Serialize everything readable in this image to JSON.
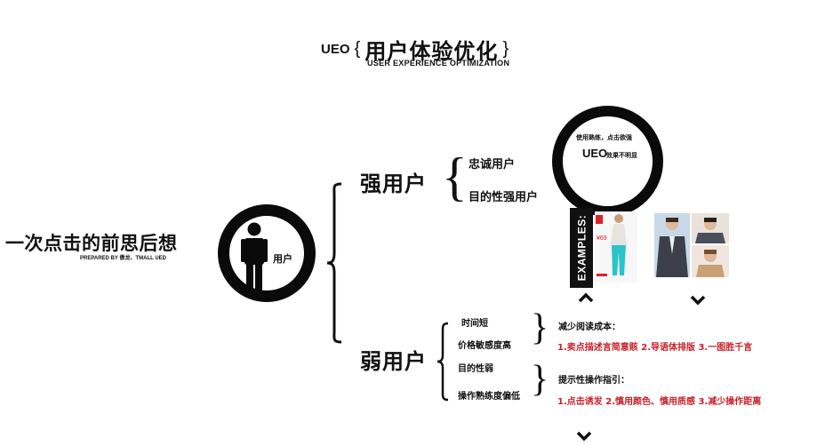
{
  "header": {
    "prefix": "UEO",
    "brace_open": "{",
    "title": "用户体验优化",
    "brace_close": "}",
    "subtitle": "USER EXPERIENCE OPTIMIZATION"
  },
  "left": {
    "title": "一次点击的前思后想",
    "credit": "PREPARED BY 傲龙、TMALL UED",
    "user_label": "用户"
  },
  "strong": {
    "label": "强用户",
    "brace": "{",
    "items": [
      "忠诚用户",
      "目的性强用户"
    ],
    "ring_text_top": "使用熟练，点击欲强",
    "ring_text_ueo": "UEO",
    "ring_text_bottom": "效果不明显",
    "examples_label": "EXAMPLES:"
  },
  "weak": {
    "label": "弱用户",
    "items": [
      "时间短",
      "价格敏感度高",
      "目的性弱",
      "操作熟练度偏低"
    ],
    "brace": "}",
    "tip1_title": "减少阅读成本：",
    "tip1_line": "1.卖点描述言简意赅  2.导语体排版  3.一图胜千言",
    "tip2_title": "提示性操作指引：",
    "tip2_line": "1.点击诱发  2.慎用颜色、慎用质感  3.减少操作距离"
  },
  "icons": {
    "chevron_up": "^",
    "chevron_down": "v"
  },
  "colors": {
    "ink": "#111111",
    "accent_red": "#c8202a",
    "background": "#ffffff"
  }
}
